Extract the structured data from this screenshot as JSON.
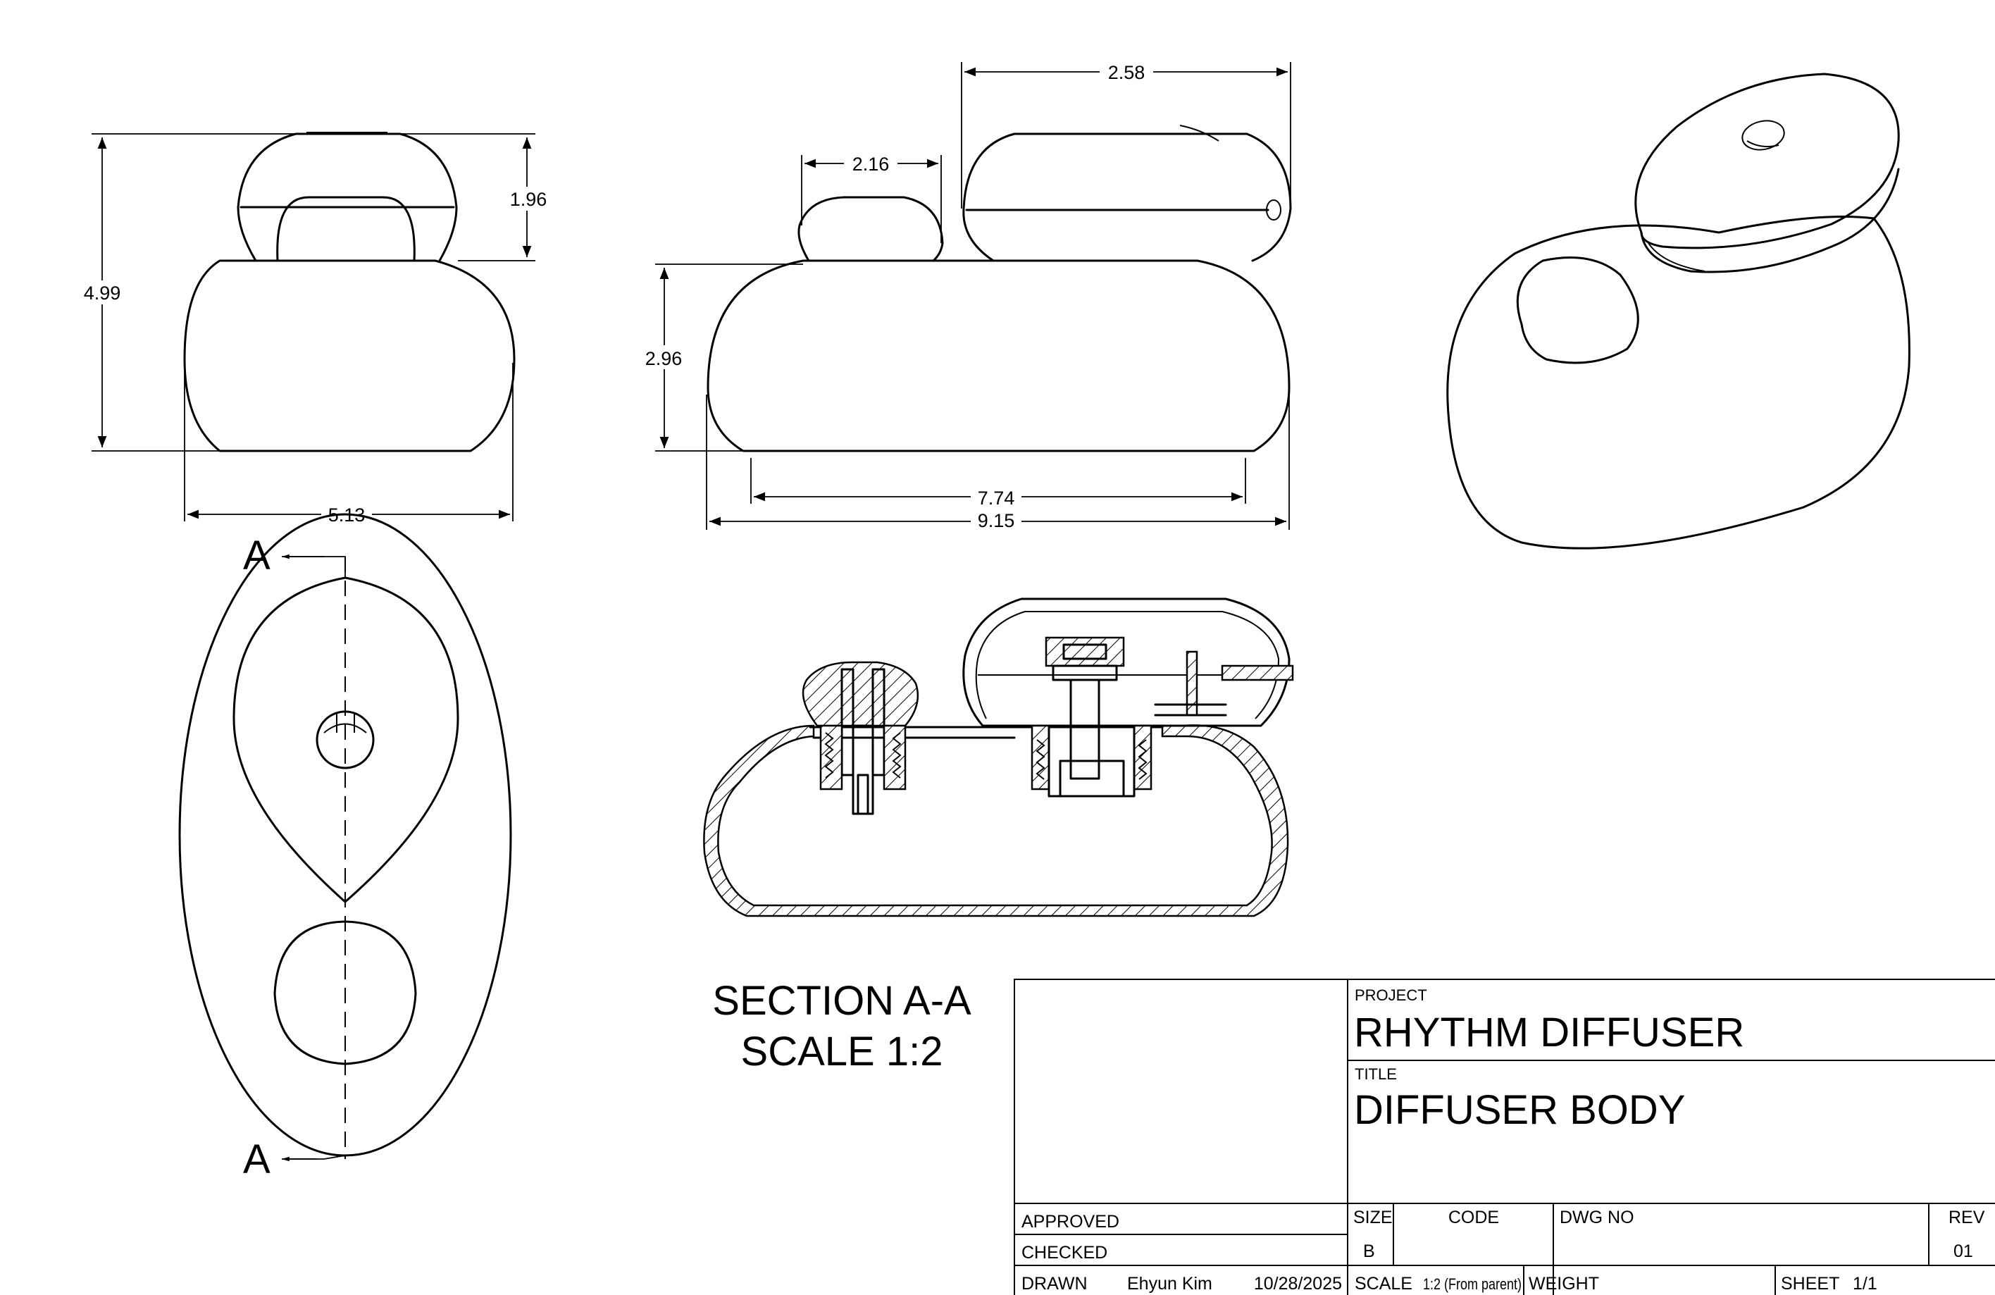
{
  "dimensions": {
    "front_height": "4.99",
    "front_cap_height": "1.96",
    "front_width": "5.13",
    "side_body_height": "2.96",
    "side_small_cap_width": "2.16",
    "side_large_cap_width": "2.58",
    "side_inner_length": "7.74",
    "side_overall_length": "9.15"
  },
  "section": {
    "marker": "A",
    "title": "SECTION A-A",
    "scale": "SCALE 1:2"
  },
  "title_block": {
    "project_label": "PROJECT",
    "project": "RHYTHM DIFFUSER",
    "title_label": "TITLE",
    "title": "DIFFUSER BODY",
    "approved_label": "APPROVED",
    "checked_label": "CHECKED",
    "drawn_label": "DRAWN",
    "drawn_by": "Ehyun Kim",
    "drawn_date": "10/28/2025",
    "size_label": "SIZE",
    "size": "B",
    "code_label": "CODE",
    "dwg_no_label": "DWG NO",
    "rev_label": "REV",
    "rev": "01",
    "scale_label": "SCALE",
    "scale": "1:2 (From parent)",
    "weight_label": "WEIGHT",
    "sheet_label": "SHEET",
    "sheet": "1/1"
  }
}
